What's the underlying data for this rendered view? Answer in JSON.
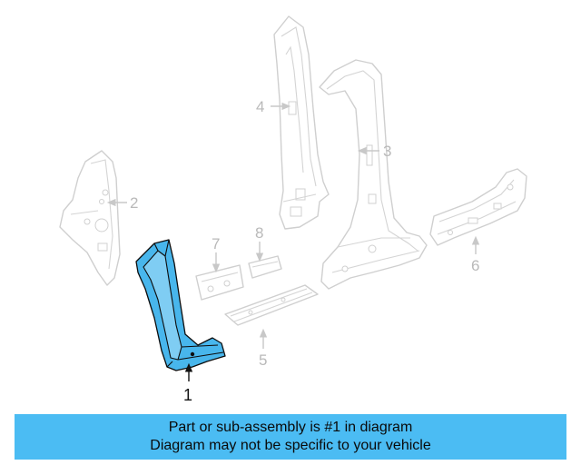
{
  "callouts": {
    "part_1": "1",
    "part_2": "2",
    "part_3": "3",
    "part_4": "4",
    "part_5": "5",
    "part_6": "6",
    "part_7": "7",
    "part_8": "8"
  },
  "banner": {
    "line1": "Part or sub-assembly is #1 in diagram",
    "line2": "Diagram may not be specific to your vehicle"
  },
  "colors": {
    "highlight": "#48b6ec",
    "banner": "#4bbcf3",
    "ghost_stroke": "#cfcfcf"
  }
}
